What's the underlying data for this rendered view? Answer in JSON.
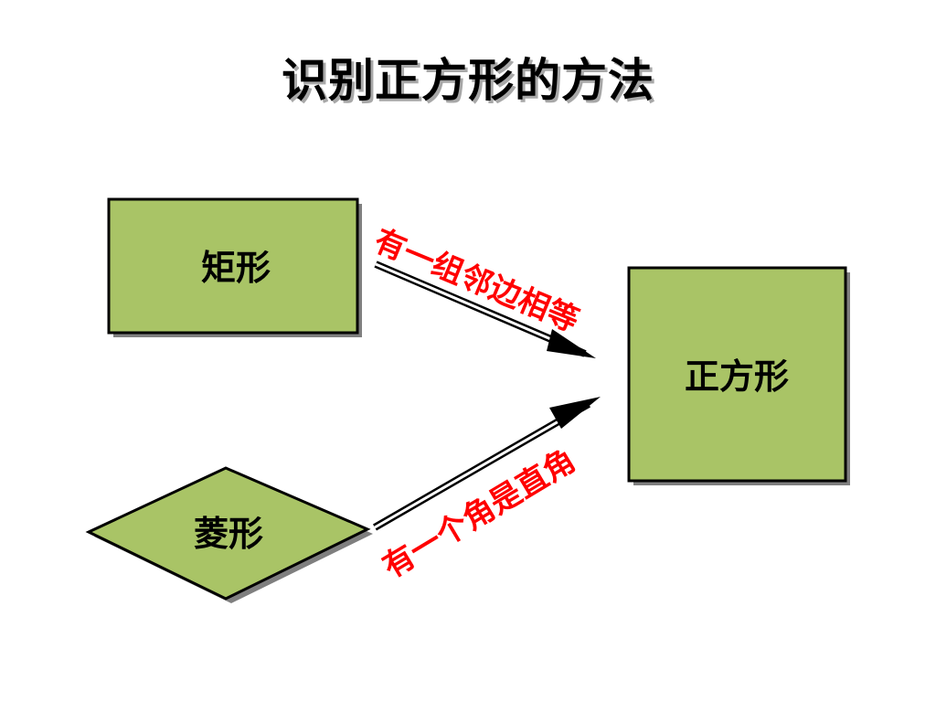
{
  "slide": {
    "title": "识别正方形的方法"
  },
  "shapes": {
    "rectangle_label": "矩形",
    "rhombus_label": "菱形",
    "square_label": "正方形"
  },
  "arrows": {
    "top_label": "有一组邻边相等",
    "bottom_label": "有一个角是直角"
  },
  "colors": {
    "shape_fill": "#a9c466",
    "shape_stroke": "#000000",
    "shadow": "#7f7f7f",
    "arrow_label": "#ff0000"
  }
}
